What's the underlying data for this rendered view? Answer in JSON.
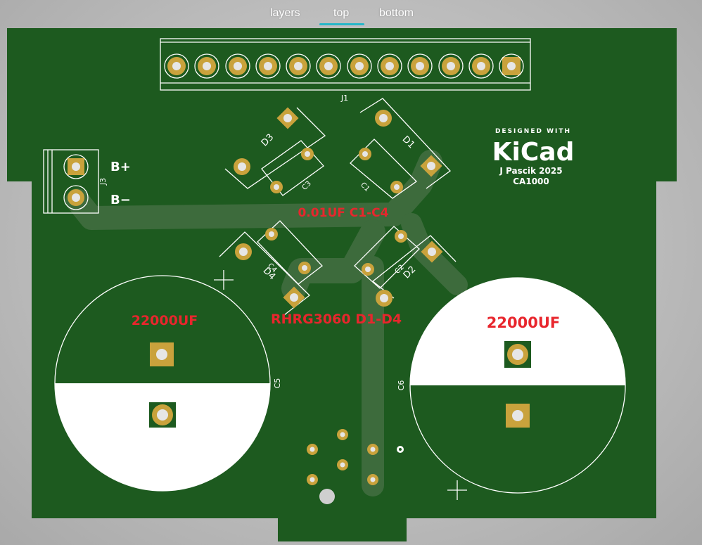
{
  "viewer": {
    "tabs": [
      {
        "label": "layers",
        "active": false
      },
      {
        "label": "top",
        "active": true
      },
      {
        "label": "bottom",
        "active": false
      }
    ],
    "accent_color": "#27b7c9"
  },
  "board": {
    "colors": {
      "board": "#1d5a1f",
      "trace": "#3d6b3c",
      "pad": "#c9a23c",
      "silkscreen": "#ffffff",
      "fab_text": "#e8262d"
    },
    "refs": {
      "j1": "J1",
      "j3": "J3",
      "d1": "D1",
      "d2": "D2",
      "d3": "D3",
      "d4": "D4",
      "c1": "C1",
      "c2": "C2",
      "c3": "C3",
      "c4": "C4",
      "c5": "C5",
      "c6": "C6"
    },
    "terminal_labels": {
      "bplus": "B+",
      "bminus": "B−"
    },
    "logo": {
      "top": "DESIGNED WITH",
      "main": "KiCad"
    },
    "author": "J Pascik 2025",
    "model": "CA1000",
    "notes": {
      "caps_small": "0.01UF C1-C4",
      "diodes": "RHRG3060 D1-D4",
      "cap_left": "22000UF",
      "cap_right": "22000UF"
    }
  }
}
